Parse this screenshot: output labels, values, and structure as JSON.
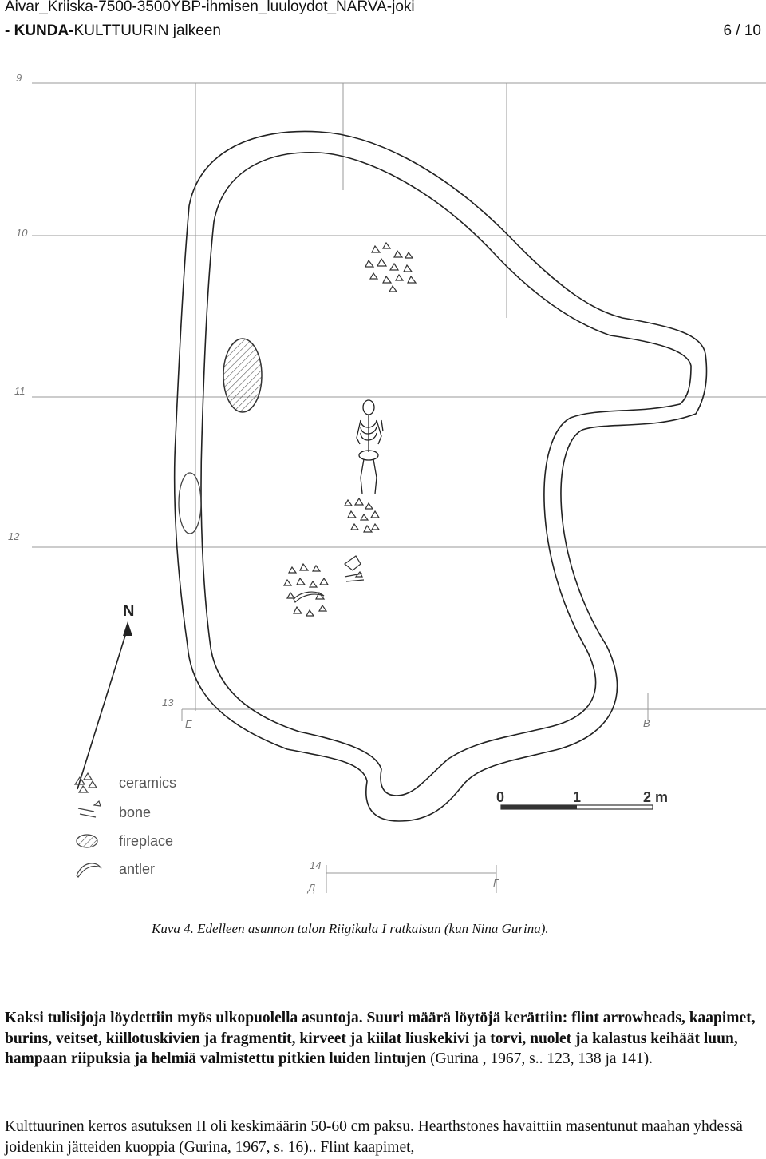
{
  "header": {
    "line1": "Aivar_Kriiska-7500-3500YBP-ihmisen_luuloydot_NARVA-joki",
    "line2_prefix": "- KUNDA-",
    "line2_rest": "KULTTUURIN jalkeen",
    "page": "6 / 10"
  },
  "figure": {
    "north_label": "N",
    "grid_rows": [
      "9",
      "10",
      "11",
      "12",
      "13",
      "14"
    ],
    "grid_cols": [
      "E",
      "B",
      "Д",
      "Г"
    ],
    "legend": [
      {
        "label": "ceramics",
        "icon": "ceramics-icon"
      },
      {
        "label": "bone",
        "icon": "bone-icon"
      },
      {
        "label": "fireplace",
        "icon": "fireplace-icon"
      },
      {
        "label": "antler",
        "icon": "antler-icon"
      }
    ],
    "scale": {
      "zero": "0",
      "one": "1",
      "two": "2 m"
    },
    "caption": "Kuva 4. Edelleen asunnon talon Riigikula I ratkaisun (kun Nina Gurina)."
  },
  "body": {
    "p1_bold": "Kaksi tulisijoja löydettiin myös ulkopuolella asuntoja. Suuri määrä löytöjä kerättiin: flint arrowheads, kaapimet, burins, veitset, kiillotuskivien ja fragmentit, kirveet ja kiilat liuskekivi ja torvi, nuolet ja kalastus keihäät luun, hampaan riipuksia ja helmiä valmistettu pitkien luiden lintujen",
    "p1_rest": " (Gurina , 1967, s.. 123, 138 ja 141).",
    "p2": "Kulttuurinen kerros asutuksen II oli keskimäärin 50-60 cm paksu. Hearthstones havaittiin masentunut maahan yhdessä joidenkin jätteiden kuoppia (Gurina, 1967, s. 16).. Flint kaapimet,"
  }
}
